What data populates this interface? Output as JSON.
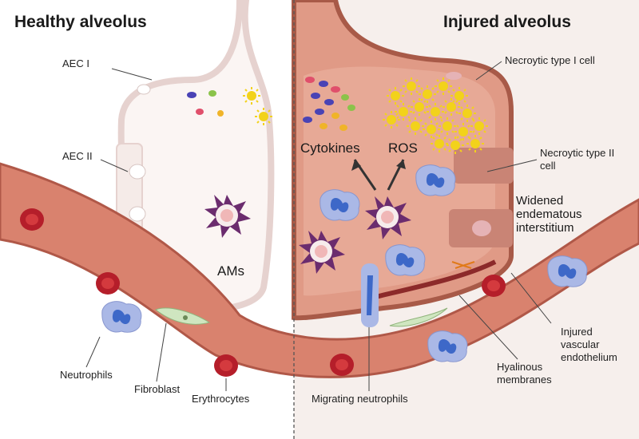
{
  "panels": {
    "healthy_title": "Healthy alveolus",
    "injured_title": "Injured alveolus"
  },
  "labels": {
    "aec1": "AEC I",
    "aec2": "AEC II",
    "ams": "AMs",
    "neutrophils": "Neutrophils",
    "fibroblast": "Fibroblast",
    "erythrocytes": "Erythrocytes",
    "cytokines": "Cytokines",
    "ros": "ROS",
    "necrotic1": "Necroytic type I cell",
    "necrotic2": "Necroytic type II\ncell",
    "widened": "Widened\nendematous\ninterstitium",
    "injured_endo": "Injured\nvascular\nendothelium",
    "hyalinous": "Hyalinous\nmembranes",
    "migrating": "Migrating neutrophils"
  },
  "colors": {
    "vessel_fill": "#d9826e",
    "vessel_edge": "#b05848",
    "erythrocyte": "#b51e2a",
    "neutrophil_body": "#aab8e6",
    "neutrophil_nucleus": "#3d68c8",
    "macrophage": "#6b2c6e",
    "ros": "#f2d21b",
    "injured_fill": "#e09a86",
    "injured_edge": "#a85a48"
  }
}
